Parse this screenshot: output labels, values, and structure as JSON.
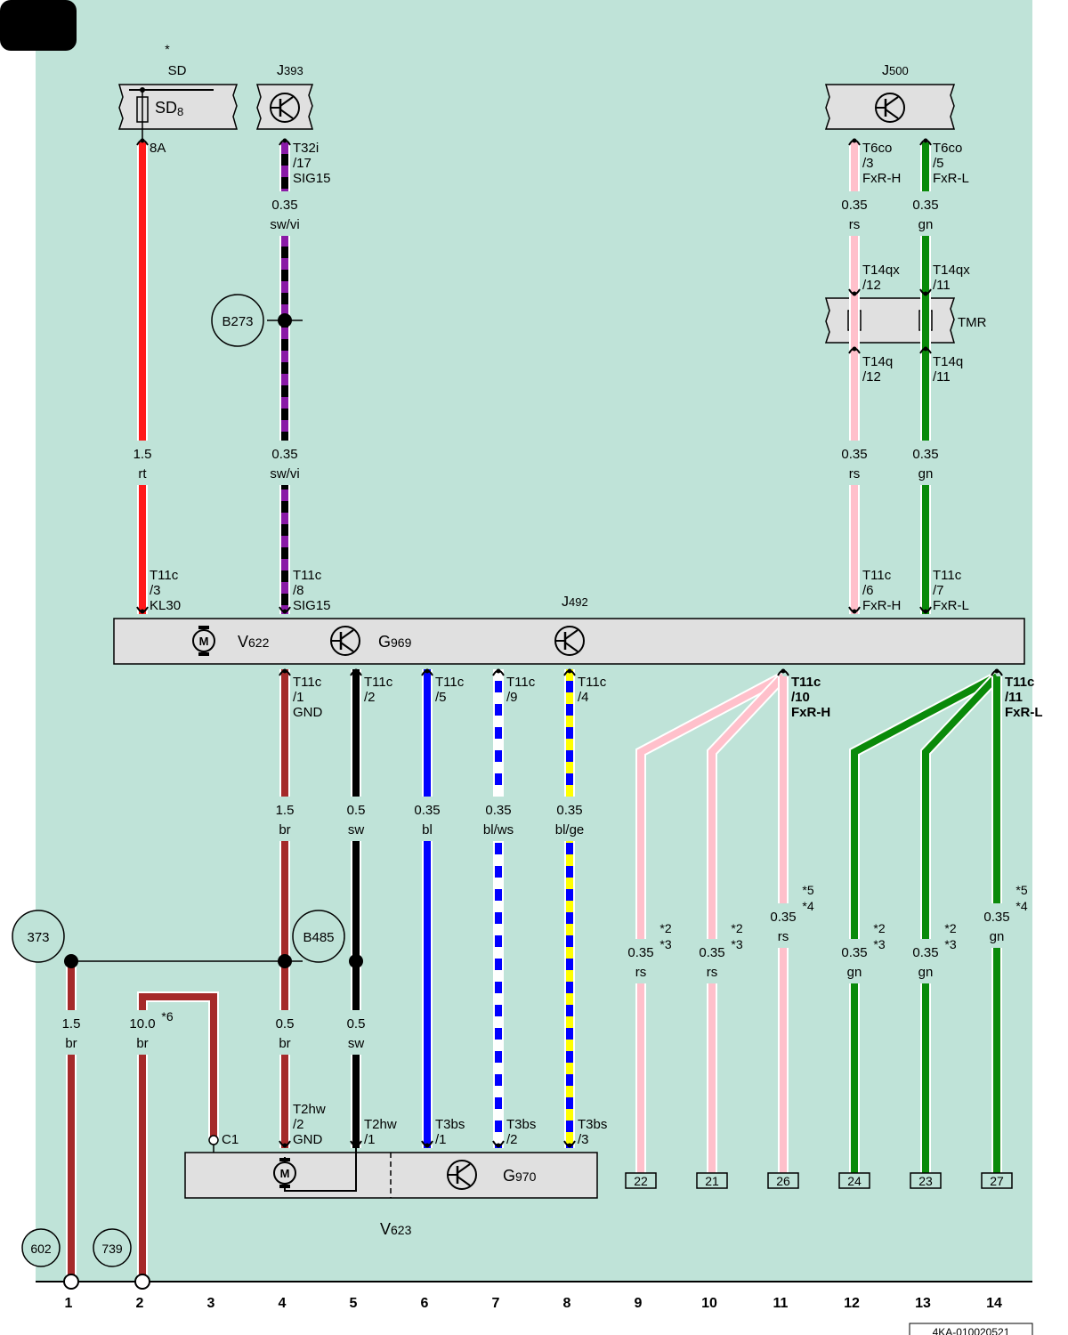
{
  "doc_id": "4KA-010020521",
  "columns": [
    "1",
    "2",
    "3",
    "4",
    "5",
    "6",
    "7",
    "8",
    "9",
    "10",
    "11",
    "12",
    "13",
    "14"
  ],
  "components": {
    "sd": {
      "star": "*",
      "label": "SD",
      "fuse": "SD",
      "fuse_sub": "8"
    },
    "j393": {
      "label": "J",
      "sub": "393"
    },
    "j500": {
      "label": "J",
      "sub": "500"
    },
    "j492": {
      "label": "J",
      "sub": "492"
    },
    "v622": {
      "label": "V",
      "sub": "622"
    },
    "g969": {
      "label": "G",
      "sub": "969"
    },
    "v623": {
      "label": "V",
      "sub": "623"
    },
    "g970": {
      "label": "G",
      "sub": "970"
    },
    "tmr": {
      "label": "TMR"
    }
  },
  "ground_points": {
    "p373": "373",
    "b485": "B485",
    "b273": "B273",
    "p602": "602",
    "p739": "739"
  },
  "connectors_top": {
    "sd": [
      "8A"
    ],
    "j393": [
      "T32i",
      "/17",
      "SIG15"
    ],
    "j500_h": [
      "T6co",
      "/3",
      "FxR-H"
    ],
    "j500_l": [
      "T6co",
      "/5",
      "FxR-L"
    ],
    "tmr_in_h": [
      "T14qx",
      "/12"
    ],
    "tmr_in_l": [
      "T14qx",
      "/11"
    ],
    "tmr_out_h": [
      "T14q",
      "/12"
    ],
    "tmr_out_l": [
      "T14q",
      "/11"
    ],
    "j492_kl30": [
      "T11c",
      "/3",
      "KL30"
    ],
    "j492_sig15": [
      "T11c",
      "/8",
      "SIG15"
    ],
    "j492_h": [
      "T11c",
      "/6",
      "FxR-H"
    ],
    "j492_l": [
      "T11c",
      "/7",
      "FxR-L"
    ]
  },
  "connectors_bottom": {
    "c4": [
      "T11c",
      "/1",
      "GND"
    ],
    "c5": [
      "T11c",
      "/2"
    ],
    "c6": [
      "T11c",
      "/5"
    ],
    "c7": [
      "T11c",
      "/9"
    ],
    "c8": [
      "T11c",
      "/4"
    ],
    "c11": [
      "T11c",
      "/10",
      "FxR-H"
    ],
    "c14": [
      "T11c",
      "/11",
      "FxR-L"
    ],
    "v623_c3": [
      "C1"
    ],
    "v623_c4": [
      "T2hw",
      "/2",
      "GND"
    ],
    "v623_c5": [
      "T2hw",
      "/1"
    ],
    "g970_c6": [
      "T3bs",
      "/1"
    ],
    "g970_c7": [
      "T3bs",
      "/2"
    ],
    "g970_c8": [
      "T3bs",
      "/3"
    ]
  },
  "wire_labels": {
    "w1_upper": [
      "0.35",
      "sw/vi"
    ],
    "w1_lower": [
      "0.35",
      "sw/vi"
    ],
    "w_rt": [
      "1.5",
      "rt"
    ],
    "w_rs_up": [
      "0.35",
      "rs"
    ],
    "w_gn_up": [
      "0.35",
      "gn"
    ],
    "w_rs_mid": [
      "0.35",
      "rs"
    ],
    "w_gn_mid": [
      "0.35",
      "gn"
    ],
    "c4": [
      "1.5",
      "br"
    ],
    "c5": [
      "0.5",
      "sw"
    ],
    "c6": [
      "0.35",
      "bl"
    ],
    "c7": [
      "0.35",
      "bl/ws"
    ],
    "c8": [
      "0.35",
      "bl/ge"
    ],
    "c9": [
      "0.35",
      "rs"
    ],
    "c10": [
      "0.35",
      "rs"
    ],
    "c11": [
      "0.35",
      "rs"
    ],
    "c12": [
      "0.35",
      "gn"
    ],
    "c13": [
      "0.35",
      "gn"
    ],
    "c14": [
      "0.35",
      "gn"
    ],
    "c1": [
      "1.5",
      "br"
    ],
    "c2": [
      "10.0",
      "br"
    ],
    "c4_low": [
      "0.5",
      "br"
    ],
    "c5_low": [
      "0.5",
      "sw"
    ]
  },
  "footnotes": {
    "c9": [
      "*2",
      "*3"
    ],
    "c10": [
      "*2",
      "*3"
    ],
    "c11": [
      "*5",
      "*4"
    ],
    "c12": [
      "*2",
      "*3"
    ],
    "c13": [
      "*2",
      "*3"
    ],
    "c14": [
      "*5",
      "*4"
    ],
    "c2": [
      "*6"
    ]
  },
  "terminals": {
    "c9": "22",
    "c10": "21",
    "c11": "26",
    "c12": "24",
    "c13": "23",
    "c14": "27"
  },
  "motor_symbol": "M",
  "colors": {
    "background": "#bfe3d8",
    "box": "#e0e0e0",
    "red": "#ff1a1a",
    "brown": "#a52a2a",
    "pink": "#ffc0cb",
    "green": "#0a8a0a",
    "blue": "#0000ff",
    "violet": "#8a1aa6",
    "yellow": "#ffff00",
    "black": "#000000"
  }
}
